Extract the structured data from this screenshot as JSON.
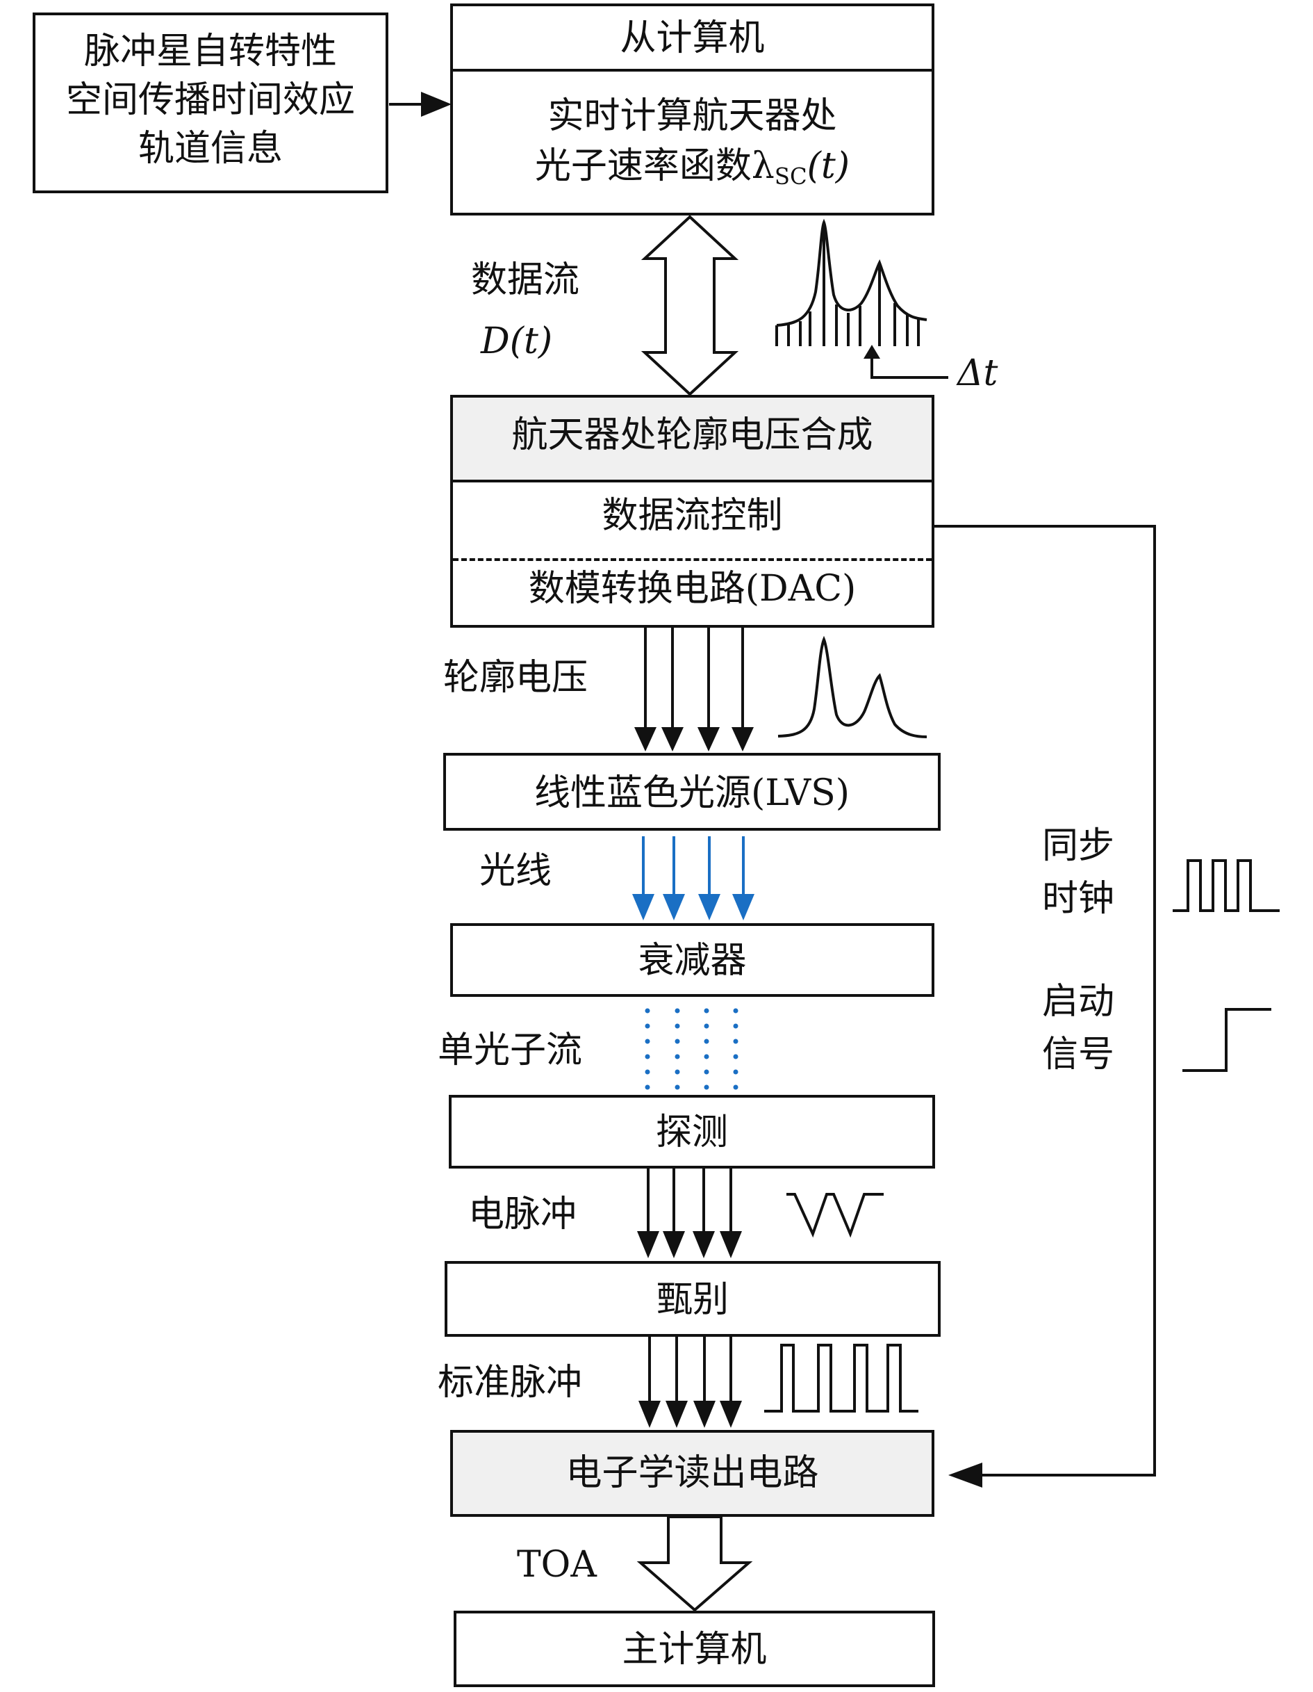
{
  "diagram": {
    "pulsar_info": [
      "脉冲星自转特性",
      "空间传播时间效应",
      "轨道信息"
    ],
    "slave_computer": {
      "title": "从计算机",
      "body_line1": "实时计算航天器处",
      "body_line2_prefix": "光子速率函数",
      "lambda_symbol": "λ",
      "lambda_subscript": "SC",
      "lambda_arg": "(t)"
    },
    "data_stream": {
      "label": "数据流",
      "formula": "D(t)"
    },
    "delta_t": "Δt",
    "synthesis": {
      "title": "航天器处轮廓电压合成",
      "control": "数据流控制",
      "dac": "数模转换电路(DAC)"
    },
    "profile_voltage": "轮廓电压",
    "lvs": "线性蓝色光源(LVS)",
    "light": "光线",
    "attenuator": "衰减器",
    "single_photon": "单光子流",
    "detector": "探测",
    "electric_pulse": "电脉冲",
    "discriminator": "甄别",
    "standard_pulse": "标准脉冲",
    "readout": "电子学读出电路",
    "toa": "TOA",
    "main_computer": "主计算机",
    "sync_clock": [
      "同步",
      "时钟"
    ],
    "start_signal": [
      "启动",
      "信号"
    ],
    "colors": {
      "line": "#111111",
      "blue": "#1a6fc4",
      "grey_box": "#f0f0f0"
    }
  }
}
